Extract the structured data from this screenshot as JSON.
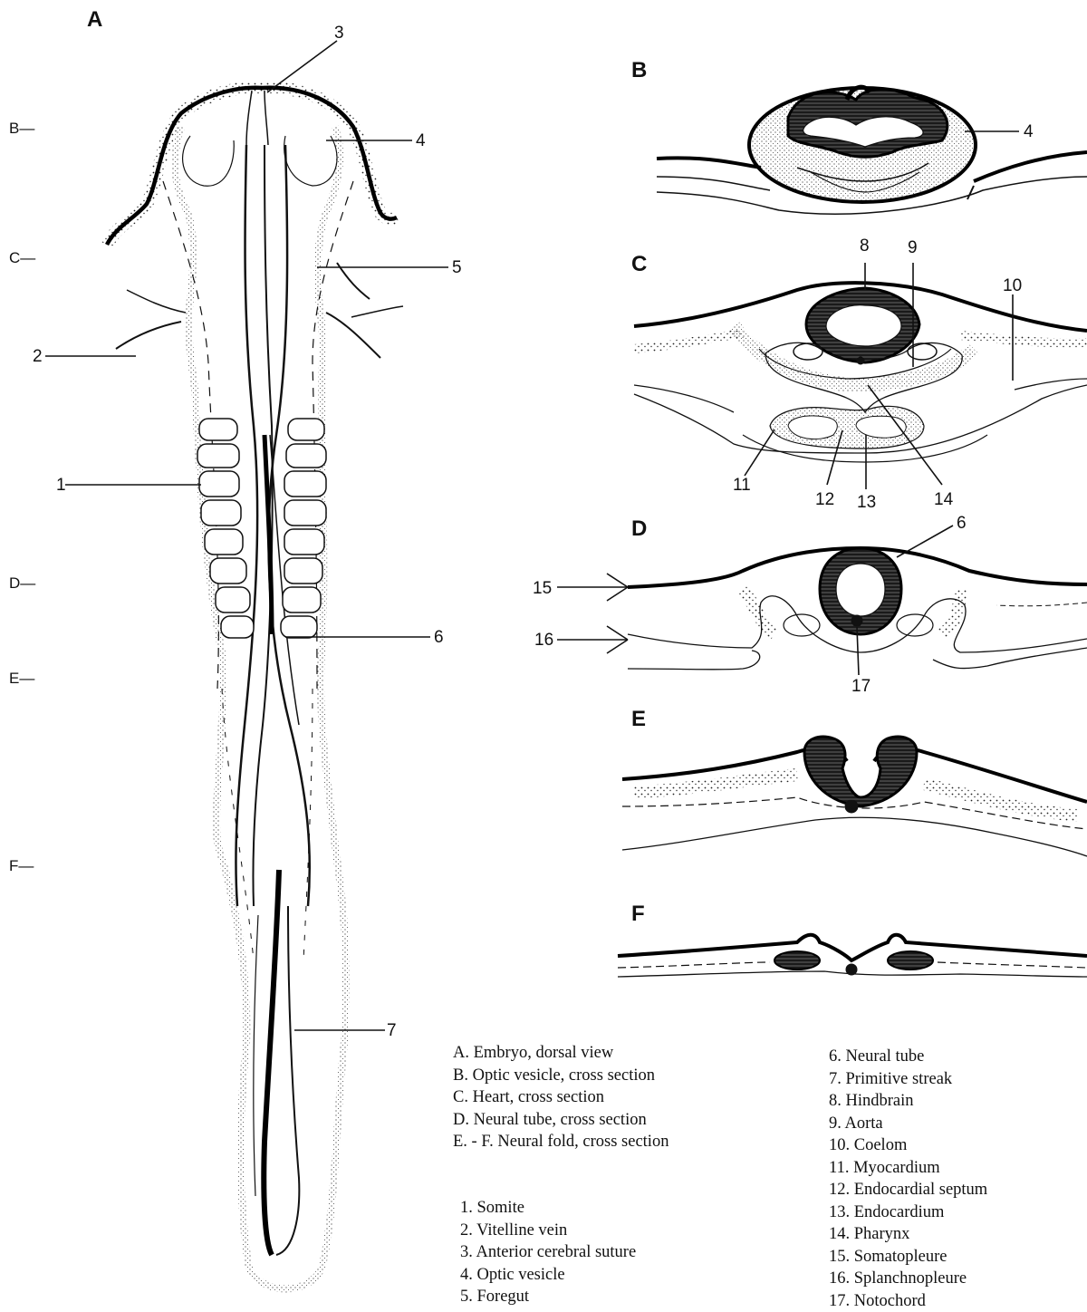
{
  "panels": {
    "a": "A",
    "b": "B",
    "c": "C",
    "d": "D",
    "e": "E",
    "f": "F"
  },
  "levels": {
    "b": "B—",
    "c": "C—",
    "d": "D—",
    "e": "E—",
    "f": "F—"
  },
  "callouts": {
    "n1": "1",
    "n2": "2",
    "n3": "3",
    "n4a": "4",
    "n4b": "4",
    "n5": "5",
    "n6a": "6",
    "n6b": "6",
    "n7": "7",
    "n8": "8",
    "n9": "9",
    "n10": "10",
    "n11": "11",
    "n12": "12",
    "n13": "13",
    "n14": "14",
    "n15": "15",
    "n16": "16",
    "n17": "17"
  },
  "legend_views": [
    "A. Embryo, dorsal view",
    "B. Optic vesicle, cross section",
    "C. Heart, cross section",
    "D. Neural tube, cross section",
    "E. - F. Neural fold, cross section"
  ],
  "legend_parts_left": [
    "1. Somite",
    "2. Vitelline vein",
    "3. Anterior cerebral suture",
    "4. Optic vesicle",
    "5. Foregut"
  ],
  "legend_parts_right": [
    "6. Neural tube",
    "7. Primitive streak",
    "8. Hindbrain",
    "9. Aorta",
    "10. Coelom",
    "11. Myocardium",
    "12. Endocardial septum",
    "13. Endocardium",
    "14. Pharynx",
    "15. Somatopleure",
    "16. Splanchnopleure",
    "17. Notochord"
  ]
}
